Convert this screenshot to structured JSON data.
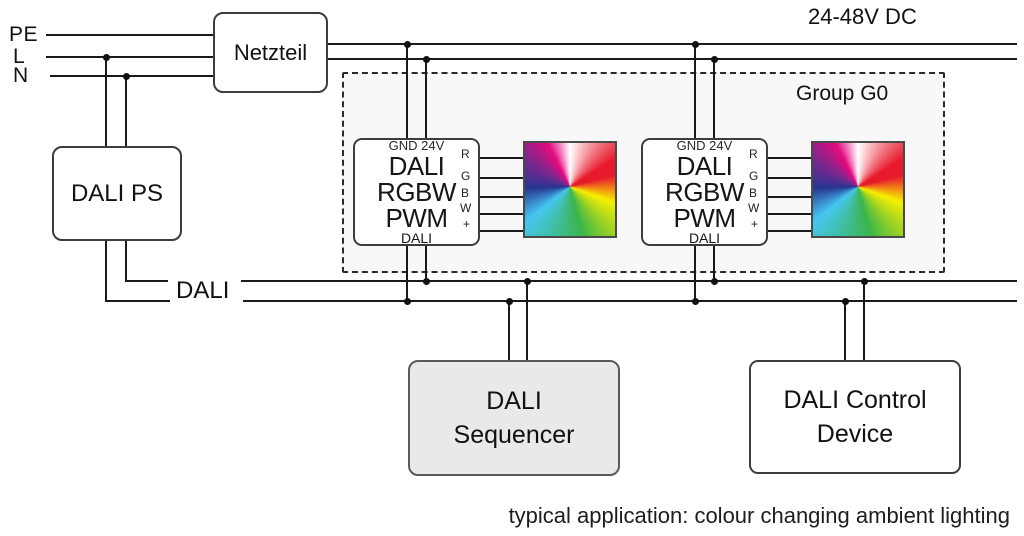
{
  "labels": {
    "pe": "PE",
    "l": "L",
    "n": "N",
    "dc": "24-48V DC",
    "group": "Group G0",
    "bus": "DALI",
    "caption": "typical application: colour changing ambient lighting"
  },
  "netzteil": {
    "label": "Netzteil"
  },
  "dali_ps": {
    "label": "DALI PS"
  },
  "controllers": [
    {
      "top": "GND 24V",
      "main1": "DALI",
      "main2": "RGBW",
      "main3": "PWM",
      "bottom": "DALI",
      "pins": [
        "R",
        "G",
        "B",
        "W",
        "+"
      ]
    },
    {
      "top": "GND 24V",
      "main1": "DALI",
      "main2": "RGBW",
      "main3": "PWM",
      "bottom": "DALI",
      "pins": [
        "R",
        "G",
        "B",
        "W",
        "+"
      ]
    }
  ],
  "sequencer": {
    "line1": "DALI",
    "line2": "Sequencer"
  },
  "control_device": {
    "line1": "DALI Control",
    "line2": "Device"
  },
  "colors": {
    "wire": "#1a1a1a",
    "box_border": "#3d3d3d",
    "sequencer_fill": "#e9e9e9",
    "group_fill": "#f8f8f8",
    "wheel_hues": [
      "#ffffff",
      "#e8192b",
      "#f7ef00",
      "#3ab54a",
      "#45c6f0",
      "#283593",
      "#82268c",
      "#e5097f"
    ]
  }
}
